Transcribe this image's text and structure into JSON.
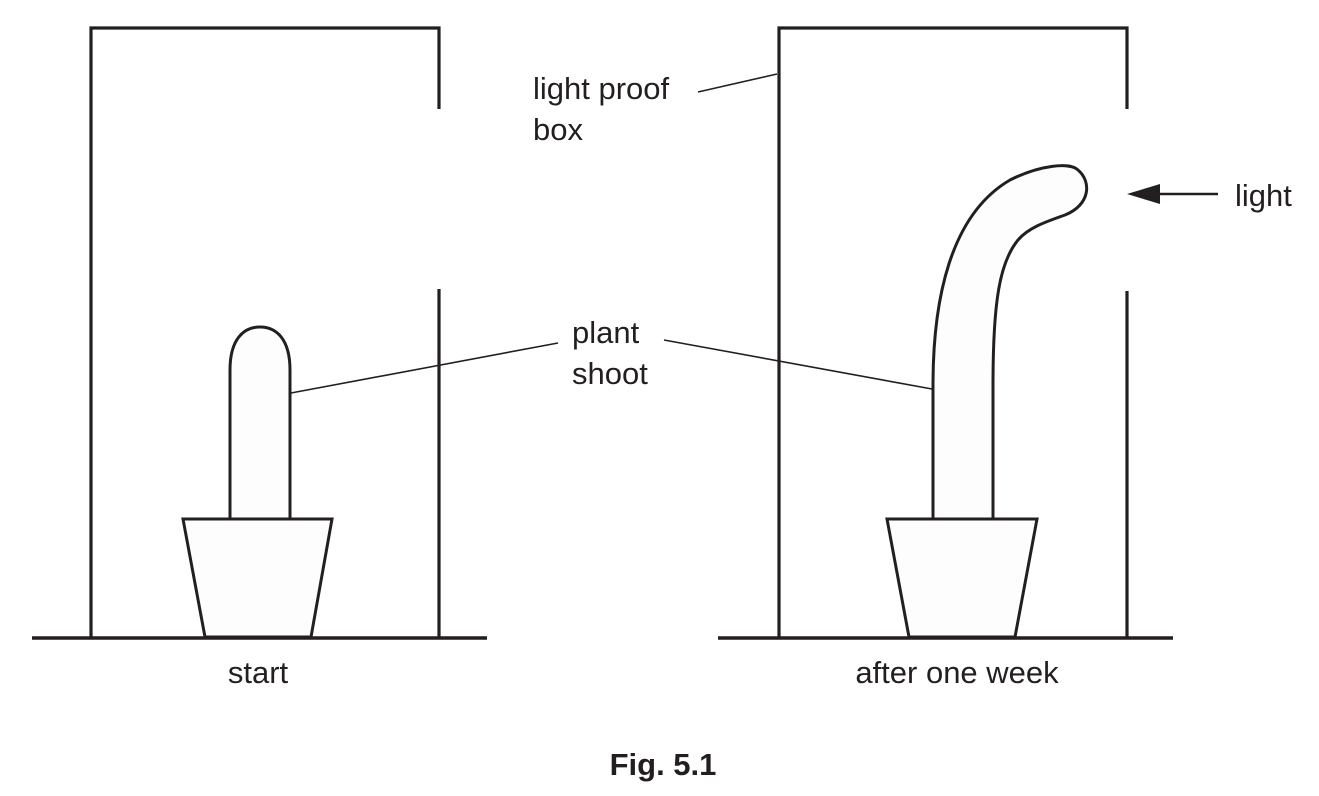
{
  "figure": {
    "caption": "Fig. 5.1",
    "colors": {
      "ink": "#231f20",
      "fill": "#fdfdfd",
      "background": "#ffffff"
    },
    "panels": [
      {
        "id": "start",
        "label": "start",
        "shoot_state": "upright"
      },
      {
        "id": "after",
        "label": "after one week",
        "shoot_state": "bent towards light"
      }
    ],
    "labels": {
      "box": [
        "light proof",
        "box"
      ],
      "shoot": [
        "plant",
        "shoot"
      ],
      "light": "light"
    },
    "icons": {
      "light_arrow": "left-arrow-icon"
    }
  }
}
